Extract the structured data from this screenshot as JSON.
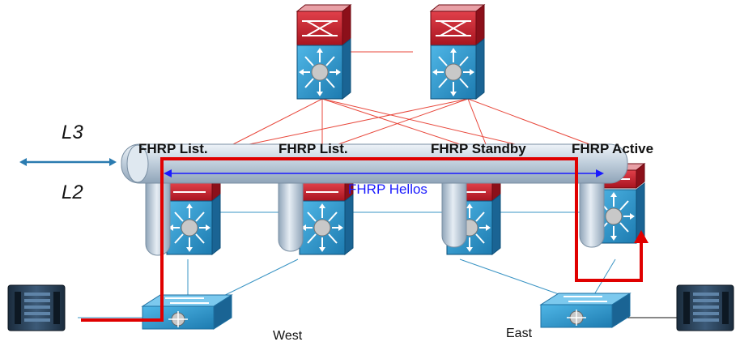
{
  "layers": {
    "upper": "L3",
    "lower": "L2"
  },
  "fhrp_roles": {
    "switch1": "FHRP List.",
    "switch2": "FHRP List.",
    "switch3": "FHRP Standby",
    "switch4": "FHRP Active"
  },
  "hellos_label": "FHRP Hellos",
  "sites": {
    "west": "West",
    "east": "East"
  },
  "colors": {
    "links": "#e8473b",
    "traffic_path": "#e00000",
    "hellos": "#1a1aff",
    "switch_body": "#2a8fc2",
    "switch_top": "#c8202c",
    "l2_bus": "#cdd9e4",
    "layer_marker": "#2a7bb0"
  },
  "icons": {
    "core": "nexus-7000-icon",
    "aggregation": "nexus-switch-icon",
    "access": "workgroup-switch-icon",
    "server": "server-icon"
  }
}
